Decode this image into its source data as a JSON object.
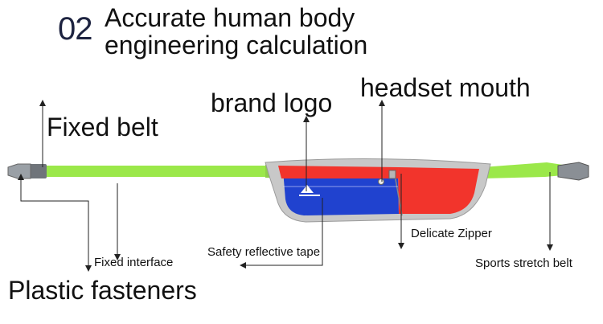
{
  "heading": {
    "number": "02",
    "line1": "Accurate human body",
    "line2": "engineering calculation"
  },
  "labels": {
    "brand_logo": "brand logo",
    "headset_mouth": "headset mouth",
    "fixed_belt": "Fixed belt",
    "delicate_zipper": "Delicate Zipper",
    "safety_reflective_tape": "Safety reflective tape",
    "fixed_interface": "Fixed interface",
    "sports_stretch_belt": "Sports stretch belt",
    "plastic_fasteners": "Plastic fasteners"
  },
  "colors": {
    "belt_green": "#9be84a",
    "pouch_red": "#f2342c",
    "pouch_blue": "#1f3fc9",
    "pouch_gray": "#bdbdbd",
    "buckle_gray": "#8a8f95"
  }
}
